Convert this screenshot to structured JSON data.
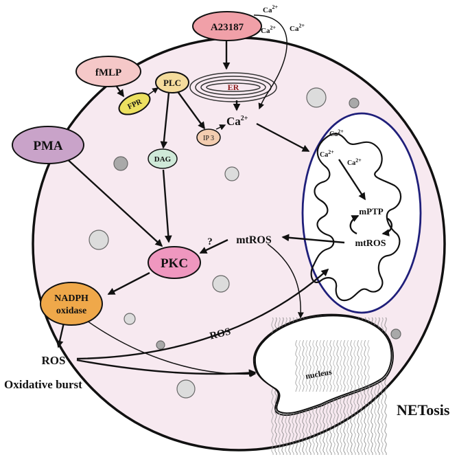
{
  "diagram": {
    "nodes": {
      "a23187": "A23187",
      "fmlp": "fMLP",
      "fpr": "FPR",
      "plc": "PLC",
      "er": "ER",
      "ip3": "IP 3",
      "dag": "DAG",
      "pma": "PMA",
      "pkc": "PKC",
      "nadph_line1": "NADPH",
      "nadph_line2": "oxidase",
      "nucleus": "nucleus"
    },
    "labels": {
      "ca": "Ca",
      "ca_charge": "2+",
      "mptp": "mPTP",
      "mtros": "mtROS",
      "ros": "ROS",
      "question": "?",
      "oxidative_burst": "Oxidative burst",
      "netosis": "NETosis"
    },
    "colors": {
      "cell_fill": "#f7e9f0",
      "a23187": "#f0a0a8",
      "fmlp": "#f5c8c8",
      "fpr": "#ece060",
      "plc": "#f5dc9c",
      "ip3": "#f3cdb0",
      "dag": "#cfe9d8",
      "pma": "#c9a3c9",
      "pkc": "#ef97bf",
      "nadph": "#efa84a",
      "mitochondrion_outline": "#1f1f7a",
      "vesicle": "#d9d9d9"
    }
  }
}
